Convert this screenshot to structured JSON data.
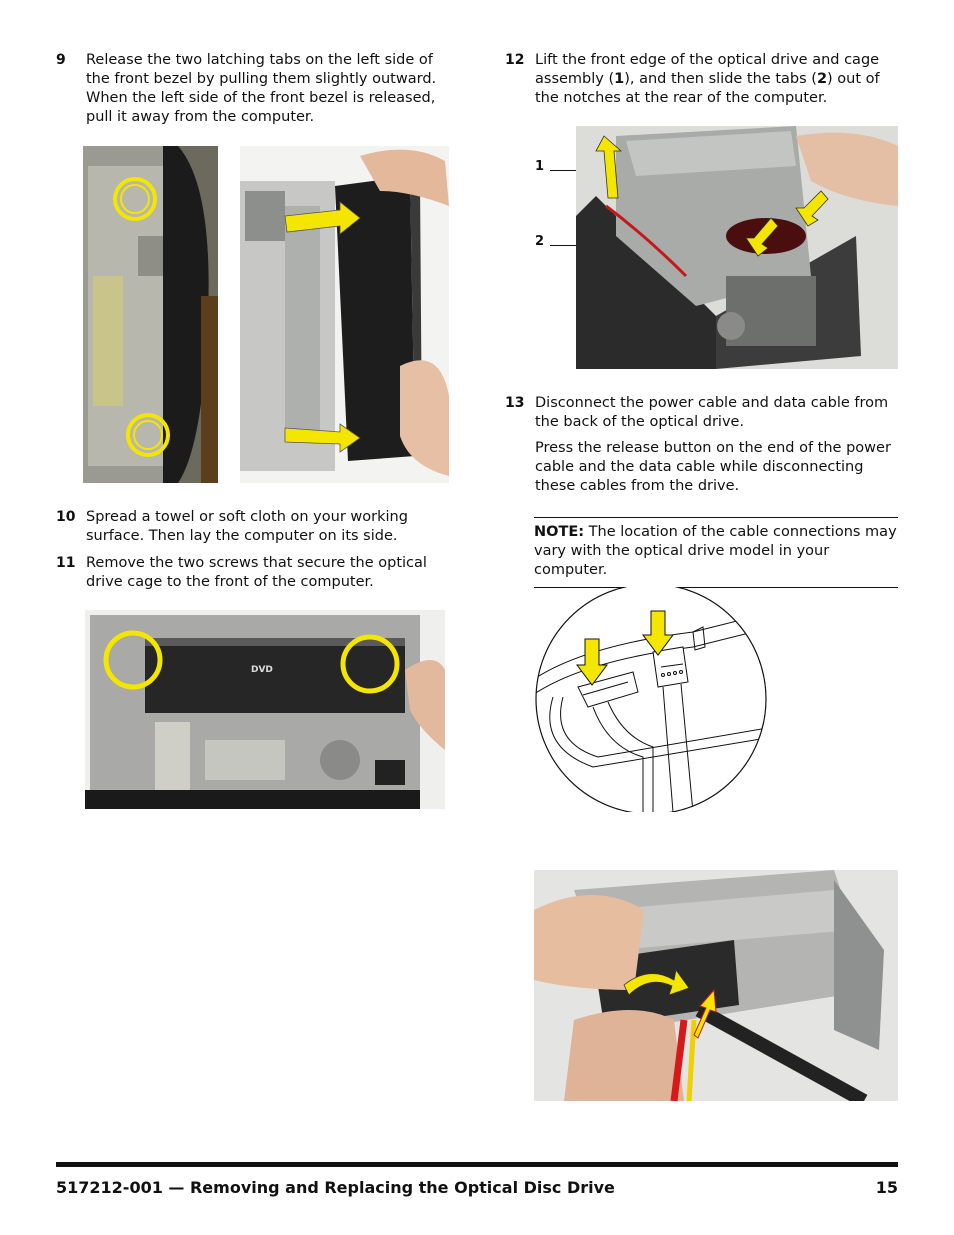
{
  "steps": {
    "s9": {
      "num": "9",
      "text": "Release the two latching tabs on the left side of the front bezel by pulling them slightly outward. When the left side of the front bezel is released, pull it away from the computer."
    },
    "s10": {
      "num": "10",
      "text": "Spread a towel or soft cloth on your working surface. Then lay the computer on its side."
    },
    "s11": {
      "num": "11",
      "text": "Remove the two screws that secure the optical drive cage to the front of the computer."
    },
    "s12": {
      "num": "12",
      "text_a": "Lift the front edge of the optical drive and cage assembly (",
      "b1": "1",
      "text_b": "), and then slide the tabs (",
      "b2": "2",
      "text_c": ") out of the notches at the rear of the computer."
    },
    "s13": {
      "num": "13",
      "text": "Disconnect the power cable and data cable from the back of the optical drive.",
      "text2": "Press the release button on the end of the power cable and the data cable while disconnecting these cables from the drive."
    }
  },
  "note": {
    "label": "NOTE:",
    "text": " The location of the cable connections may vary with the optical drive model in your computer."
  },
  "callouts": {
    "c1": "1",
    "c2": "2"
  },
  "dvd_logo": "DVD",
  "footer": {
    "left": "517212-001 — Removing and Replacing the Optical Disc Drive",
    "page": "15"
  },
  "colors": {
    "highlight": "#f5e600",
    "arrow": "#f0e020"
  }
}
